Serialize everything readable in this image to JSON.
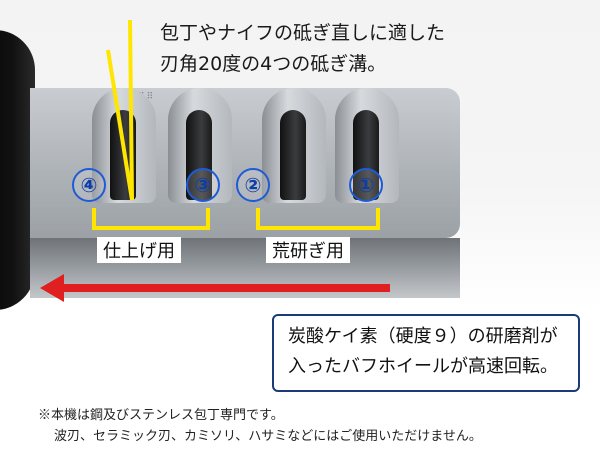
{
  "caption": {
    "line1": "包丁やナイフの砥ぎ直しに適した",
    "line2": "刃角20度の4つの砥ぎ溝。"
  },
  "slots": [
    {
      "number": "④"
    },
    {
      "number": "③"
    },
    {
      "number": "②"
    },
    {
      "number": "①"
    }
  ],
  "groups": {
    "finish_label": "仕上げ用",
    "rough_label": "荒研ぎ用"
  },
  "info_box": {
    "line1": "炭酸ケイ素（硬度９）の研磨剤が",
    "line2": "入ったバフホイールが高速回転。"
  },
  "notes": {
    "line1": "※本機は鋼及びステンレス包丁専門です。",
    "line2": "波刃、セラミック刃、カミソリ、ハサミなどにはご使用いただけません。"
  },
  "colors": {
    "accent_yellow": "#ffe600",
    "number_blue": "#1e5bd6",
    "arrow_red": "#e02020",
    "box_border": "#1b3a78"
  }
}
